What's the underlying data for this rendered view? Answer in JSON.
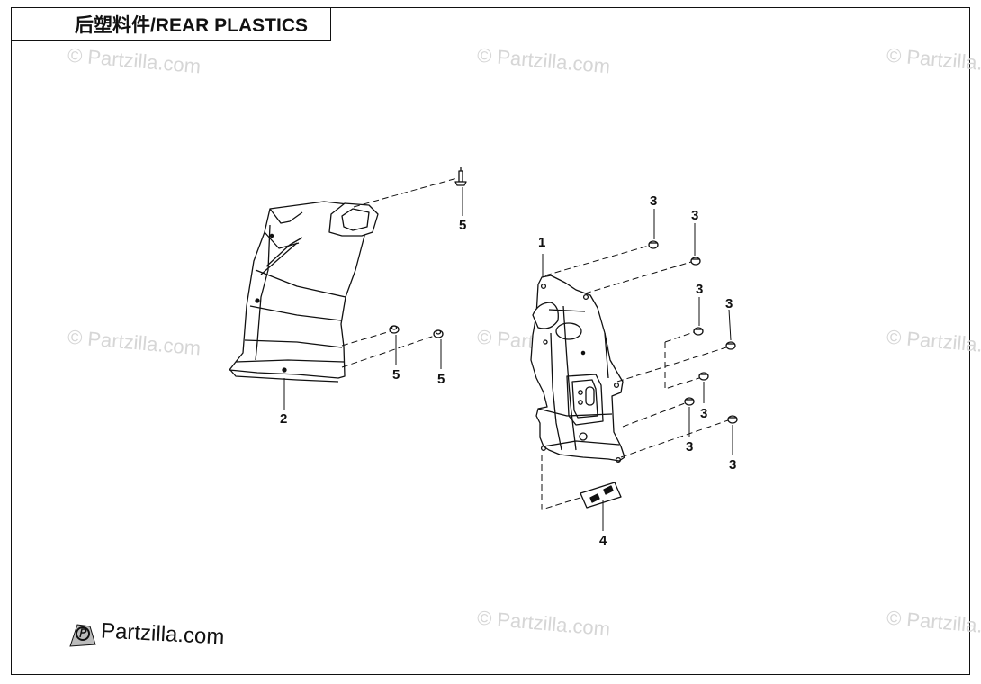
{
  "header": {
    "title": "后塑料件/REAR PLASTICS"
  },
  "watermark": {
    "text": "© Partzilla.com"
  },
  "logo": {
    "text": "Partzilla.com"
  },
  "callouts": {
    "c1": "1",
    "c2": "2",
    "c3": "3",
    "c4": "4",
    "c5": "5"
  }
}
